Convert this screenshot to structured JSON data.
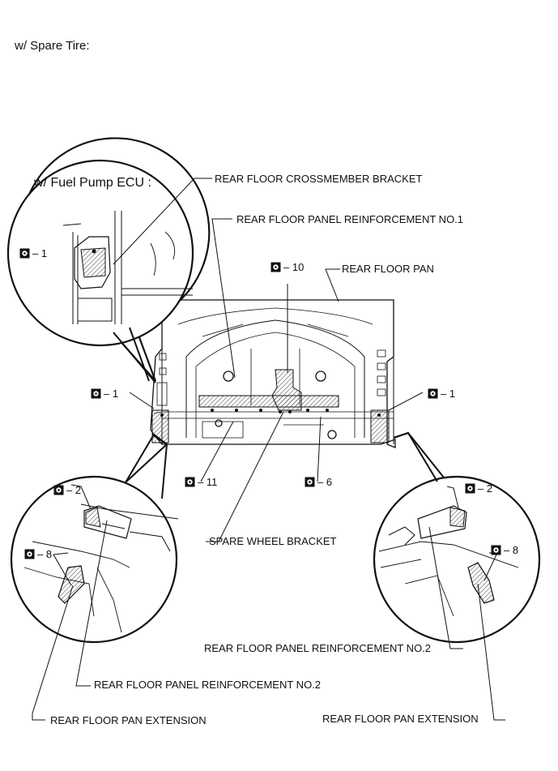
{
  "header": {
    "title": "w/ Spare Tire:"
  },
  "inset_top": {
    "title": "w/ Fuel Pump ECU :"
  },
  "labels": {
    "crossmember_bracket": "REAR FLOOR CROSSMEMBER BRACKET",
    "panel_reinf_no1": "REAR FLOOR PANEL REINFORCEMENT NO.1",
    "floor_pan": "REAR FLOOR PAN",
    "spare_wheel_bracket": "SPARE WHEEL BRACKET",
    "panel_reinf_no2_right": "REAR FLOOR PANEL REINFORCEMENT NO.2",
    "panel_reinf_no2_left": "REAR FLOOR PANEL REINFORCEMENT NO.2",
    "pan_extension_left": "REAR FLOOR PAN EXTENSION",
    "pan_extension_right": "REAR FLOOR PAN EXTENSION"
  },
  "callouts": {
    "inset_top_1": "– 1",
    "no_10": "– 10",
    "left_1": "– 1",
    "right_1": "– 1",
    "no_11": "– 11",
    "no_6": "– 6",
    "left_2": "– 2",
    "left_8": "– 8",
    "right_2": "– 2",
    "right_8": "– 8"
  },
  "icons": {
    "weld_point": "weld-spot-icon"
  },
  "colors": {
    "line": "#111111",
    "hatch": "#888888",
    "background": "#ffffff"
  }
}
